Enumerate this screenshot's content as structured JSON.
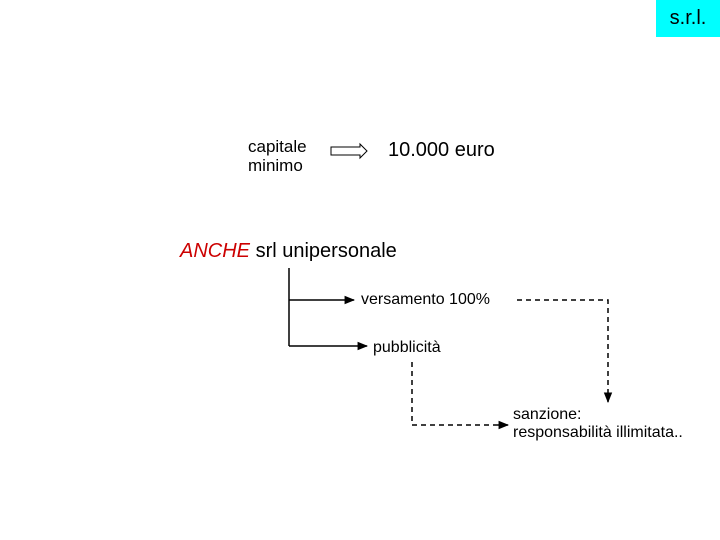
{
  "badge": "s.r.l.",
  "capitale": {
    "line1": "capitale",
    "line2": "minimo"
  },
  "amount": "10.000 euro",
  "anche": {
    "emphasis": "ANCHE",
    "rest": " srl unipersonale"
  },
  "branches": {
    "versamento": "versamento 100%",
    "pubblicita": "pubblicità"
  },
  "sanzione": {
    "line1": "sanzione:",
    "line2": "responsabilità illimitata.."
  },
  "colors": {
    "badge_bg": "#00ffff",
    "anche_emphasis": "#cc0000"
  }
}
